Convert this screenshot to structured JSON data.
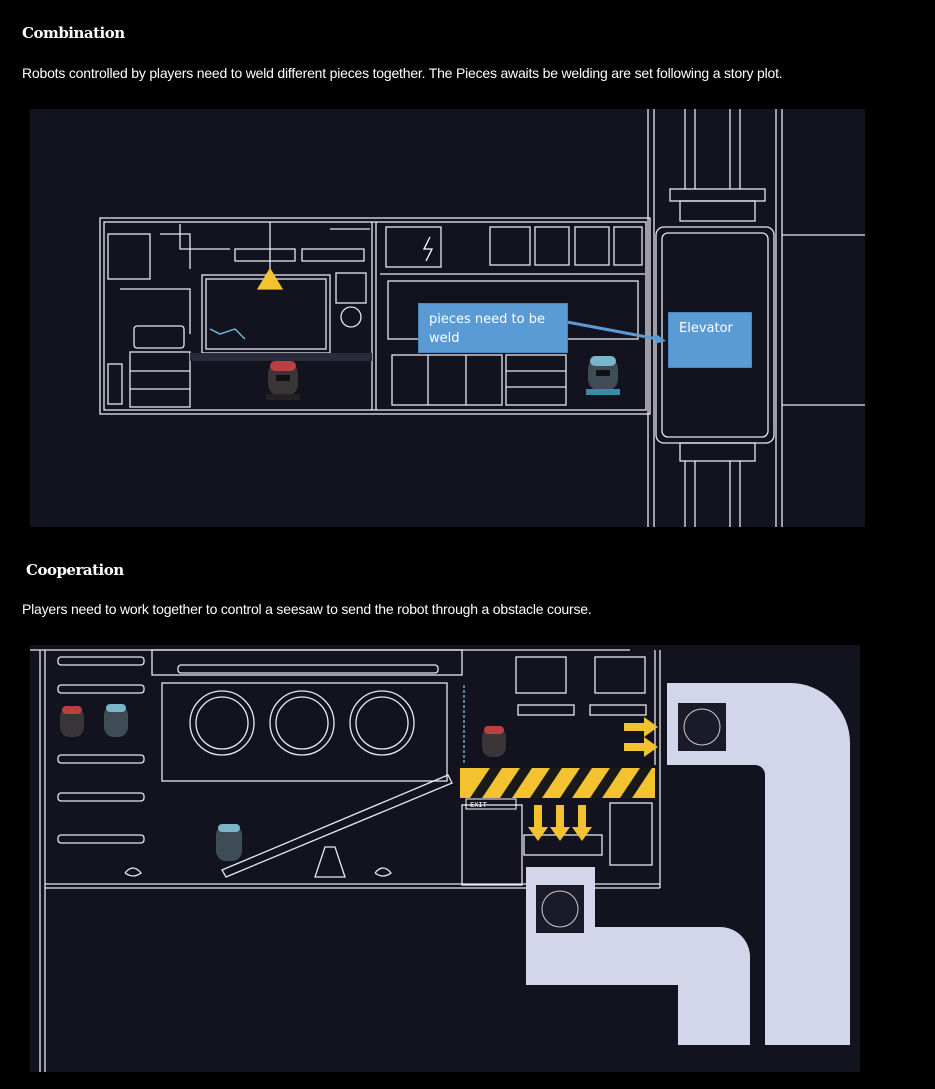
{
  "sections": [
    {
      "heading": "Combination",
      "description": "Robots controlled by players need to weld different pieces together. The Pieces awaits be welding are set following a story plot.",
      "callouts": {
        "pieces": "pieces need to be weld",
        "elevator": "Elevator"
      }
    },
    {
      "heading": "Cooperation",
      "description": "Players need to work together to control a seesaw to send the robot through a obstacle course.",
      "sign": "EXIT"
    }
  ],
  "colors": {
    "background": "#000000",
    "game_bg": "#13121f",
    "callout": "#5b9bd5",
    "hazard": "#f2c230",
    "pipe": "#d3d5ea"
  }
}
